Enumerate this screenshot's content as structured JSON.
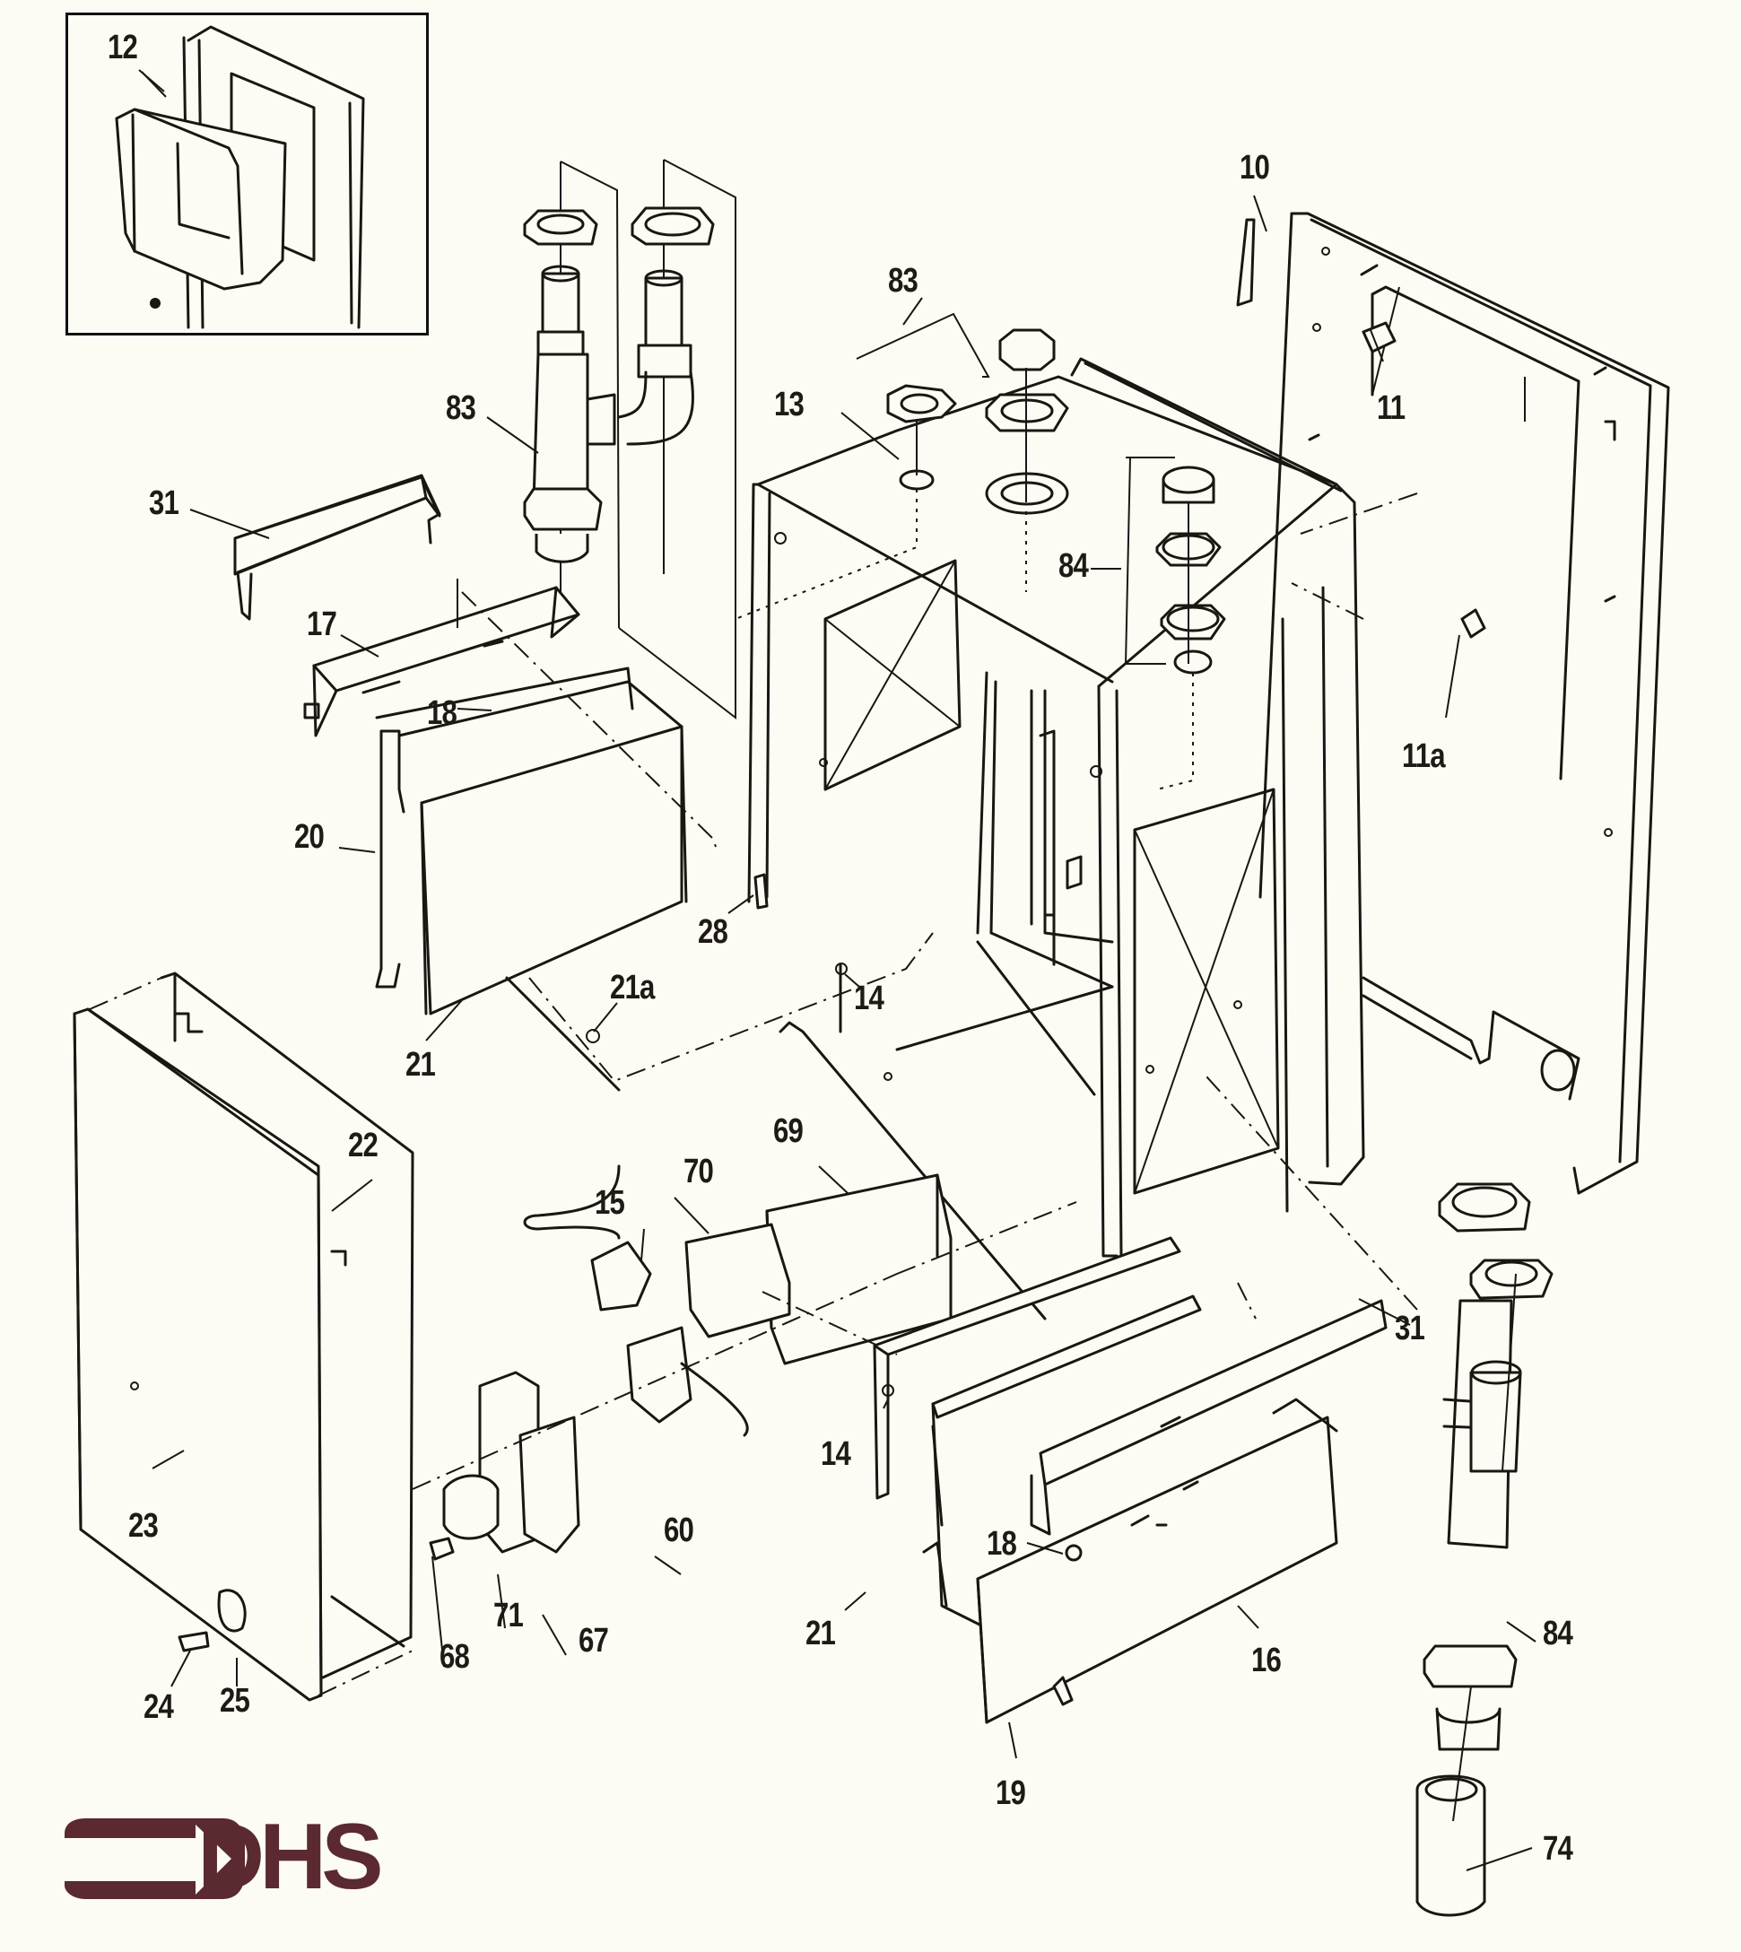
{
  "diagram": {
    "title": "Exploded parts diagram",
    "callouts": {
      "c12": "12",
      "c10": "10",
      "c11": "11",
      "c11a": "11a",
      "c83_top": "83",
      "c83_left": "83",
      "c13": "13",
      "c84_top": "84",
      "c31_top": "31",
      "c17": "17",
      "c18_top": "18",
      "c20": "20",
      "c21_top": "21",
      "c21a": "21a",
      "c28": "28",
      "c14_top": "14",
      "c22": "22",
      "c23": "23",
      "c24": "24",
      "c25": "25",
      "c69": "69",
      "c70": "70",
      "c15": "15",
      "c14_mid": "14",
      "c60": "60",
      "c71": "71",
      "c67": "67",
      "c68": "68",
      "c31_bottom": "31",
      "c18_bottom": "18",
      "c16": "16",
      "c21_bottom": "21",
      "c19": "19",
      "c84_bottom": "84",
      "c74": "74"
    }
  },
  "logo": {
    "text": "DHS",
    "color": "#5a2a30"
  },
  "colors": {
    "background": "#fdfcf4",
    "line": "#1a1612"
  }
}
